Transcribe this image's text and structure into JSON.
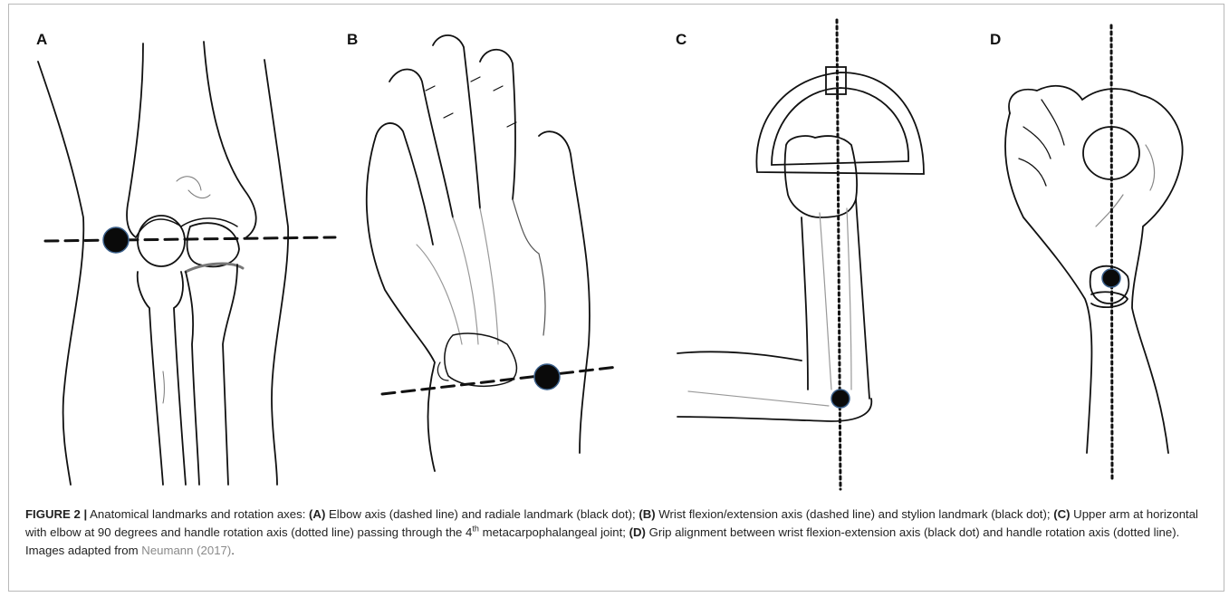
{
  "figure": {
    "panel_labels": {
      "a": "A",
      "b": "B",
      "c": "C",
      "d": "D"
    },
    "caption": {
      "label": "FIGURE 2 |",
      "intro": " Anatomical landmarks and rotation axes: ",
      "a_tag": "(A)",
      "a_text": " Elbow axis (dashed line) and radiale landmark (black dot); ",
      "b_tag": "(B)",
      "b_text": " Wrist flexion/extension axis (dashed line) and stylion landmark (black dot); ",
      "c_tag": "(C)",
      "c_text": " Upper arm at horizontal with elbow at 90 degrees and handle rotation axis (dotted line) passing through the 4",
      "c_sup": "th",
      "c_text2": " metacarpophalangeal joint; ",
      "d_tag": "(D)",
      "d_text": " Grip alignment between wrist flexion-extension axis (black dot) and handle rotation axis (dotted line). Images adapted from ",
      "citation": "Neumann (2017)",
      "end": "."
    }
  },
  "colors": {
    "ink": "#111111",
    "dot": "#0a0a0a",
    "dot_ring": "#3a5f8a",
    "citation": "#8a8a8a"
  }
}
